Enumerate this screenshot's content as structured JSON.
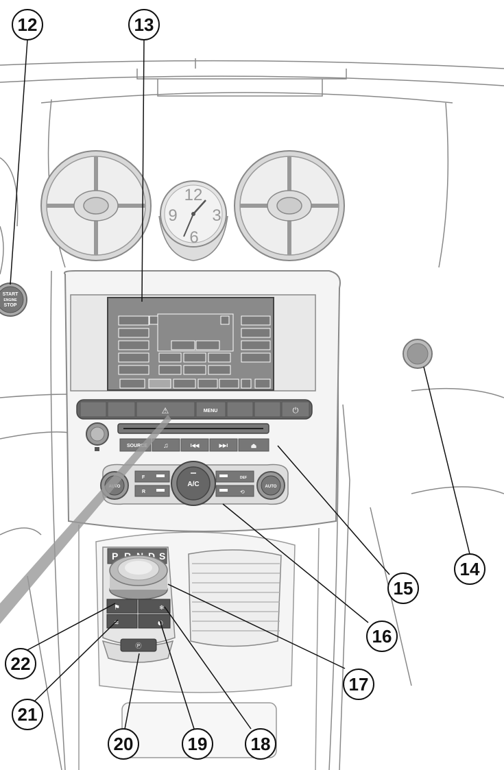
{
  "callouts": [
    {
      "id": "c12",
      "label": "12"
    },
    {
      "id": "c13",
      "label": "13"
    },
    {
      "id": "c14",
      "label": "14"
    },
    {
      "id": "c15",
      "label": "15"
    },
    {
      "id": "c16",
      "label": "16"
    },
    {
      "id": "c17",
      "label": "17"
    },
    {
      "id": "c18",
      "label": "18"
    },
    {
      "id": "c19",
      "label": "19"
    },
    {
      "id": "c20",
      "label": "20"
    },
    {
      "id": "c21",
      "label": "21"
    },
    {
      "id": "c22",
      "label": "22"
    }
  ],
  "start_button": {
    "line1": "START",
    "line2": "ENGINE",
    "line3": "STOP"
  },
  "clock": {
    "n12": "12",
    "n3": "3",
    "n6": "6",
    "n9": "9"
  },
  "top_buttons": {
    "menu": "MENU"
  },
  "media_buttons": {
    "source": "SOURCE",
    "music": "♫",
    "prev": "I◀◀",
    "next": "▶▶I",
    "eject": "⏏"
  },
  "climate": {
    "ac": "A/C",
    "auto_left": "AUTO",
    "auto_right": "AUTO",
    "front": "F",
    "rear": "R",
    "def": "DEF"
  },
  "gear_selector": {
    "p": "P",
    "r": "R",
    "n": "N",
    "d": "D",
    "s": "S"
  }
}
